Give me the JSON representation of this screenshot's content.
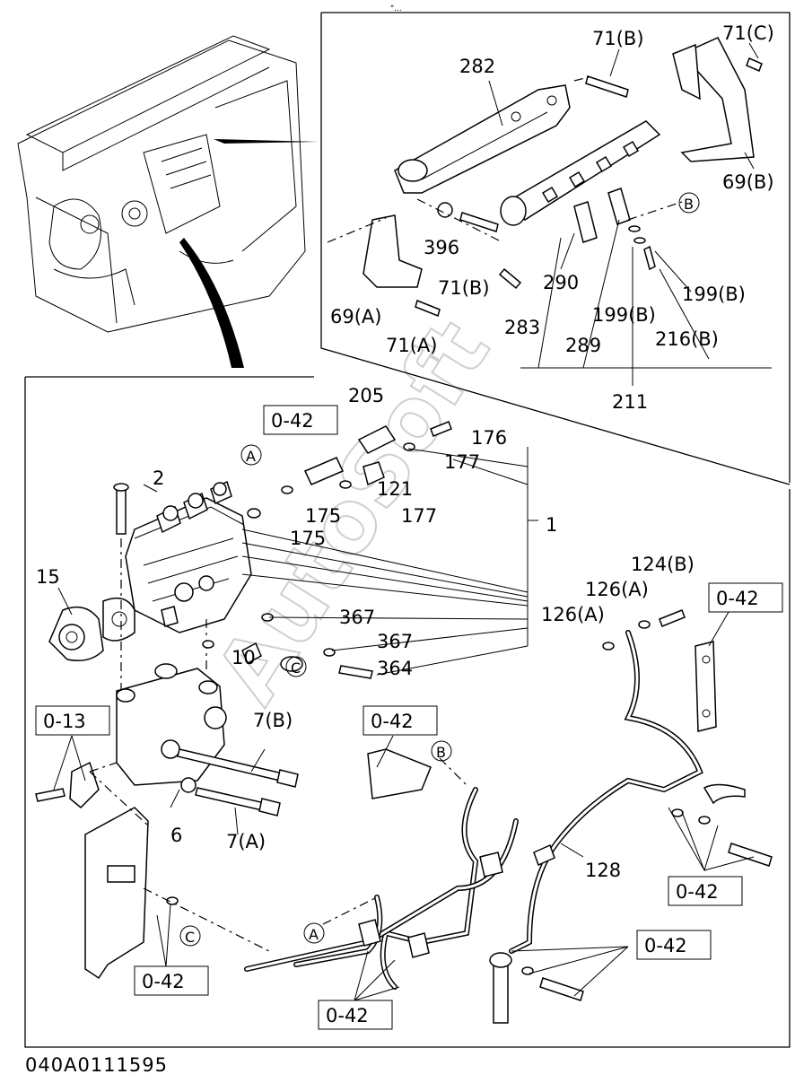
{
  "diagram": {
    "image_code": "040A0111595",
    "watermark": "AutoSoft",
    "top_mark": "\"...",
    "inset_callouts": {
      "p282": "282",
      "p71b_top": "71(B)",
      "p71c": "71(C)",
      "p69b": "69(B)",
      "pB_inset": "B",
      "p396": "396",
      "p71b_mid": "71(B)",
      "p290": "290",
      "p199b_r": "199(B)",
      "p199b_m": "199(B)",
      "p283": "283",
      "p69a": "69(A)",
      "p71a": "71(A)",
      "p289": "289",
      "p216b": "216(B)",
      "p211": "211"
    },
    "main_callouts": {
      "p205": "205",
      "p176": "176",
      "p177a": "177",
      "p121": "121",
      "p175a": "175",
      "p177b": "177",
      "p175b": "175",
      "p1": "1",
      "p2": "2",
      "p15": "15",
      "p367a": "367",
      "p367b": "367",
      "p364": "364",
      "p10": "10",
      "p124b": "124(B)",
      "p126a_top": "126(A)",
      "p126a": "126(A)",
      "p7b": "7(B)",
      "p7a": "7(A)",
      "p6": "6",
      "p128": "128",
      "circle_a_top": "A",
      "circle_a_low": "A",
      "circle_b_low": "B",
      "circle_c_pump": "C",
      "circle_c_low": "C"
    },
    "ref_boxes": {
      "r1": "0-42",
      "r2": "0-42",
      "r3": "0-13",
      "r4": "0-42",
      "r5": "0-42",
      "r6": "0-42",
      "r7": "0-42",
      "r8": "0-42"
    }
  }
}
